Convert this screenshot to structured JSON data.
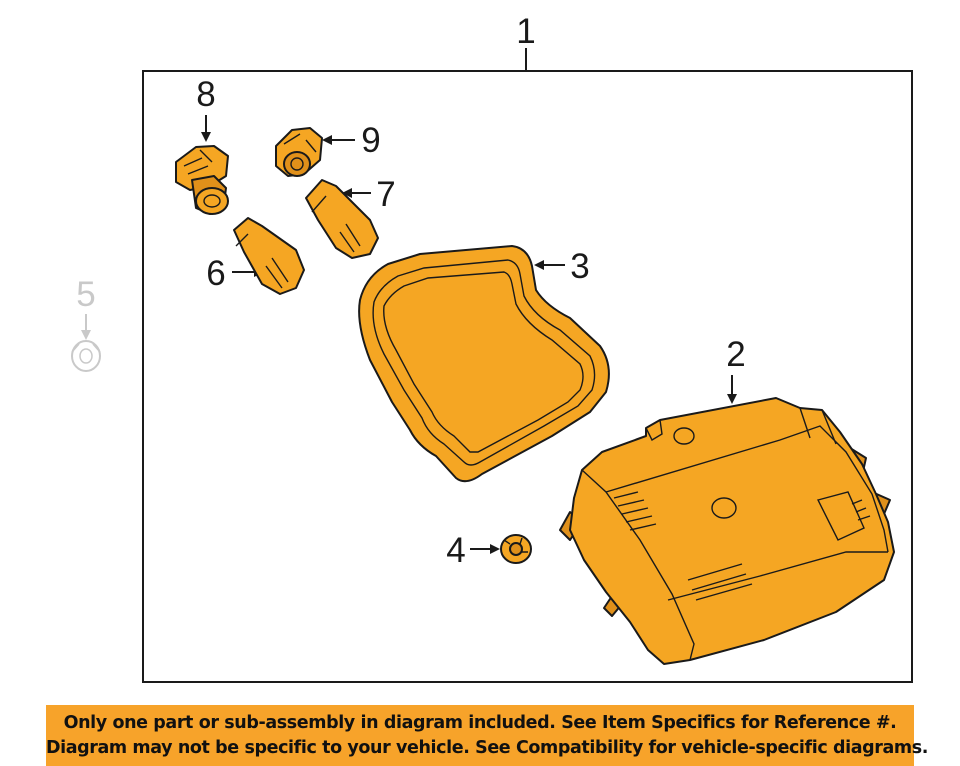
{
  "diagram": {
    "callouts": {
      "c1": "1",
      "c2": "2",
      "c3": "3",
      "c4": "4",
      "c5": "5",
      "c6": "6",
      "c7": "7",
      "c8": "8",
      "c9": "9"
    }
  },
  "banner": {
    "line1": "Only one part or sub-assembly in diagram included. See Item Specifics for Reference #.",
    "line2": "Diagram may not be specific to your vehicle. See Compatibility for vehicle-specific diagrams."
  },
  "colors": {
    "part_fill": "#f5a623",
    "banner_bg": "#f7a32a",
    "outline": "#1a1a1a",
    "faded_part": "#c9c9c9"
  }
}
